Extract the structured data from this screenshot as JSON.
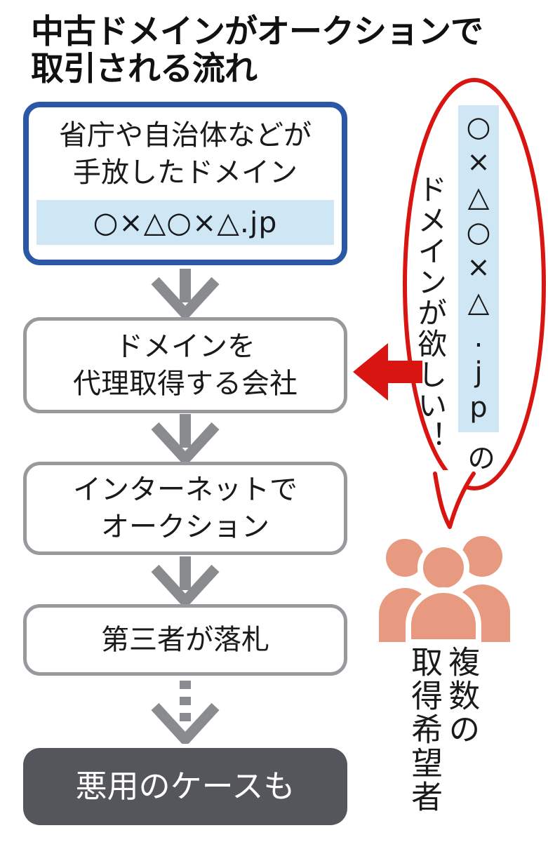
{
  "title": {
    "line1": "中古ドメインがオークションで",
    "line2": "取引される流れ"
  },
  "flow": {
    "box1": {
      "line1": "省庁や自治体などが",
      "line2": "手放したドメイン",
      "domain": "○×△○×△.jp"
    },
    "box2": {
      "line1": "ドメインを",
      "line2": "代理取得する会社"
    },
    "box3": {
      "line1": "インターネットで",
      "line2": "オークション"
    },
    "box4": {
      "label": "第三者が落札"
    },
    "box5": {
      "label": "悪用のケースも"
    }
  },
  "bubble": {
    "domain": "○×△○×△.jp",
    "particle": "の",
    "want": "ドメインが欲しい！"
  },
  "caption": {
    "line1": "複数の",
    "line2": "取得希望者"
  },
  "icons": {
    "down_arrows": "down-arrow-icon",
    "dashed_arrow": "dashed-down-arrow-icon",
    "red_arrow": "red-left-arrow-icon",
    "people": "people-group-icon"
  },
  "colors": {
    "blue_border": "#2b57a7",
    "light_blue": "#cfe7f5",
    "gray_border": "#97999d",
    "arrow_gray": "#8a8b8f",
    "dark_box": "#55565b",
    "red": "#d81510",
    "people": "#e79a80",
    "text": "#1a1a1a",
    "box_text": "#1a1a1a",
    "dark_box_text": "#ffffff"
  }
}
